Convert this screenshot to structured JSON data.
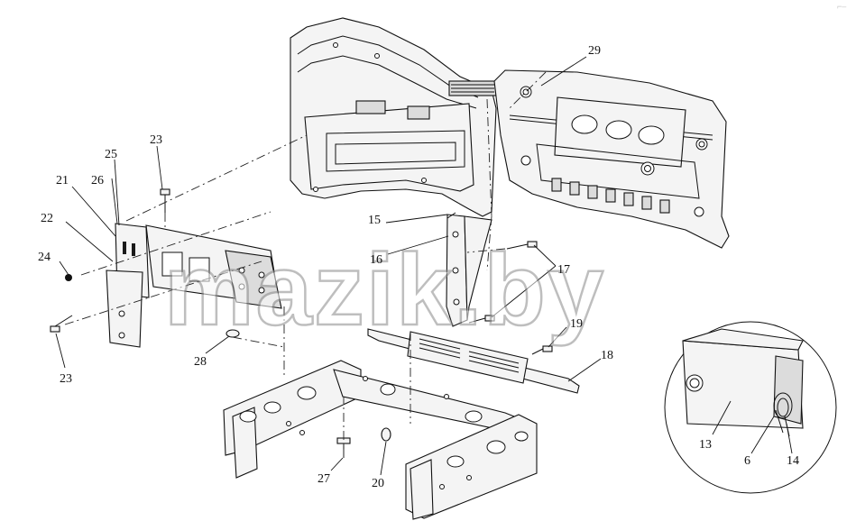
{
  "diagram": {
    "callouts": [
      {
        "id": "c29",
        "label": "29"
      },
      {
        "id": "c23a",
        "label": "23"
      },
      {
        "id": "c25",
        "label": "25"
      },
      {
        "id": "c26",
        "label": "26"
      },
      {
        "id": "c21",
        "label": "21"
      },
      {
        "id": "c22",
        "label": "22"
      },
      {
        "id": "c24",
        "label": "24"
      },
      {
        "id": "c23b",
        "label": "23"
      },
      {
        "id": "c28",
        "label": "28"
      },
      {
        "id": "c15",
        "label": "15"
      },
      {
        "id": "c16",
        "label": "16"
      },
      {
        "id": "c17",
        "label": "17"
      },
      {
        "id": "c19",
        "label": "19"
      },
      {
        "id": "c18",
        "label": "18"
      },
      {
        "id": "c27",
        "label": "27"
      },
      {
        "id": "c20",
        "label": "20"
      },
      {
        "id": "c13",
        "label": "13"
      },
      {
        "id": "c6",
        "label": "6"
      },
      {
        "id": "c14",
        "label": "14"
      }
    ],
    "watermark": "mazik.by",
    "corner_mark": "⌐‒"
  }
}
